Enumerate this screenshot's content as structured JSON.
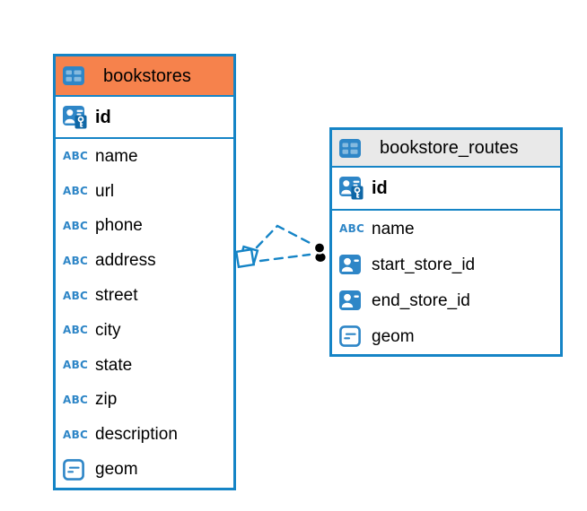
{
  "diagram": {
    "tables": [
      {
        "name": "bookstores",
        "header_color": "#F6824C",
        "columns": [
          {
            "name": "id",
            "icon": "primary-key"
          },
          {
            "name": "name",
            "icon": "text"
          },
          {
            "name": "url",
            "icon": "text"
          },
          {
            "name": "phone",
            "icon": "text"
          },
          {
            "name": "address",
            "icon": "text"
          },
          {
            "name": "street",
            "icon": "text"
          },
          {
            "name": "city",
            "icon": "text"
          },
          {
            "name": "state",
            "icon": "text"
          },
          {
            "name": "zip",
            "icon": "text"
          },
          {
            "name": "description",
            "icon": "text"
          },
          {
            "name": "geom",
            "icon": "geometry"
          }
        ]
      },
      {
        "name": "bookstore_routes",
        "header_color": "#E9E9E9",
        "columns": [
          {
            "name": "id",
            "icon": "primary-key"
          },
          {
            "name": "name",
            "icon": "text"
          },
          {
            "name": "start_store_id",
            "icon": "foreign-key"
          },
          {
            "name": "end_store_id",
            "icon": "foreign-key"
          },
          {
            "name": "geom",
            "icon": "geometry"
          }
        ]
      }
    ],
    "relationships": [
      {
        "from_table": "bookstores",
        "to_table": "bookstore_routes",
        "style": "dashed"
      },
      {
        "from_table": "bookstores",
        "to_table": "bookstore_routes",
        "style": "dashed"
      }
    ],
    "colors": {
      "table_border": "#1584C6",
      "bookstores_header": "#F6824C",
      "bookstore_routes_header": "#E9E9E9",
      "icon_blue": "#2E86C7",
      "link_dash": "#1584C6",
      "text": "#000000",
      "background": "#FFFFFF"
    }
  }
}
